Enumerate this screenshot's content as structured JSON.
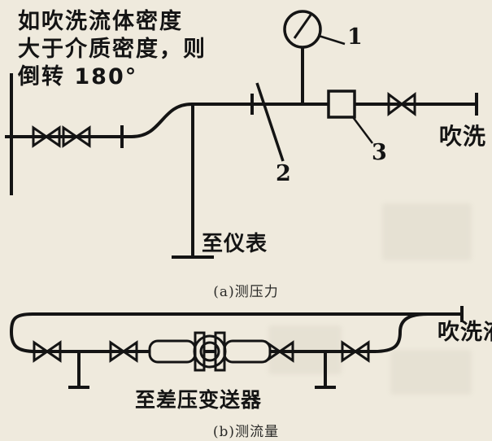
{
  "page": {
    "bg": "#efeadd",
    "ink": "#141414"
  },
  "diagram_a": {
    "note_line1": "如吹洗流体密度",
    "note_line2": "大于介质密度，则",
    "note_line3": "倒转 180°",
    "label_gauge": "1",
    "label_valve": "2",
    "label_restrictor": "3",
    "label_purge": "吹洗",
    "label_to_instrument": "至仪表",
    "caption": "(a)测压力"
  },
  "diagram_b": {
    "label_purge_liquid": "吹洗液",
    "label_to_transmitter": "至差压变送器",
    "caption": "(b)测流量"
  },
  "icons": {
    "gauge": "pressure-gauge",
    "valve": "valve-bowtie",
    "restrictor": "restrictor-box",
    "orifice": "orifice-flow-element"
  }
}
